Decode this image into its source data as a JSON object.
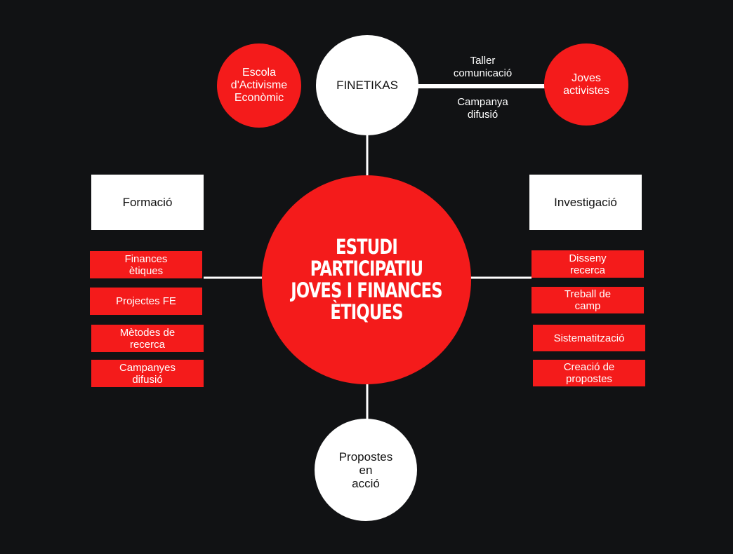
{
  "center": {
    "title": "ESTUDI PARTICIPATIU\nJOVES I FINANCES\nÈTIQUES"
  },
  "top": {
    "finetikas": "FINETIKAS",
    "school": "Escola\nd'Activisme\nEconòmic",
    "youth": "Joves\nactivistes",
    "edge_label_top": "Taller\ncomunicació",
    "edge_label_bottom": "Campanya\ndifusió"
  },
  "left": {
    "heading": "Formació",
    "items": [
      "Finances\nètiques",
      "Projectes FE",
      "Mètodes de\nrecerca",
      "Campanyes\ndifusió"
    ]
  },
  "right": {
    "heading": "Investigació",
    "items": [
      "Disseny\nrecerca",
      "Treball de\ncamp",
      "Sistematització",
      "Creació de\npropostes"
    ]
  },
  "bottom": {
    "label": "Propostes\nen\nacció"
  },
  "colors": {
    "background": "#111214",
    "accent_red": "#f41b1b",
    "white": "#ffffff"
  }
}
